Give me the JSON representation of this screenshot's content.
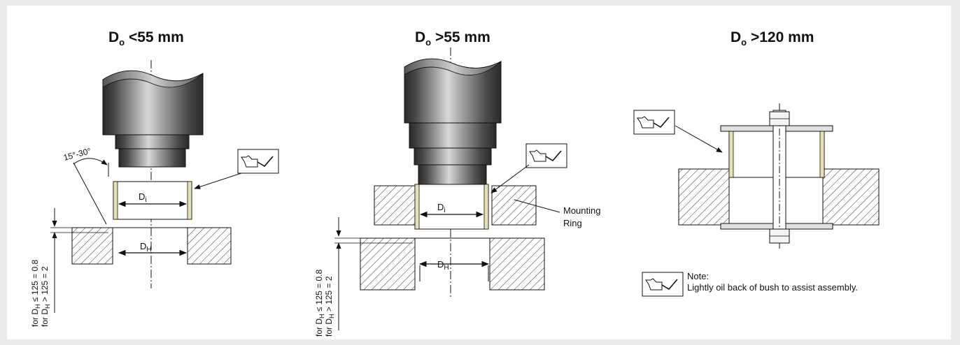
{
  "titles": {
    "left": {
      "main": "D",
      "sub": "o",
      "rest": " <55 mm"
    },
    "middle": {
      "main": "D",
      "sub": "o",
      "rest": " >55 mm"
    },
    "right": {
      "main": "D",
      "sub": "o",
      "rest": " >120 mm"
    }
  },
  "labels": {
    "angle": "15°-30°",
    "di_main": "D",
    "di_sub": "i",
    "dh_main": "D",
    "dh_sub": "H",
    "mounting_ring_line1": "Mounting",
    "mounting_ring_line2": "Ring"
  },
  "clearance": {
    "line1_prefix": "for D",
    "line1_sub": "H",
    "line1_rest": " ≤ 125 = 0.8",
    "line2_prefix": "for D",
    "line2_sub": "H",
    "line2_rest": " > 125 = 2"
  },
  "note": {
    "title": "Note:",
    "text": "Lightly oil back of bush to assist assembly."
  },
  "colors": {
    "background": "#ececec",
    "panel": "#ffffff",
    "line": "#111111",
    "mandrel_dark": "#2e2e2e",
    "mandrel_light": "#dcdcdc",
    "bush_edge": "#b8860b"
  },
  "icons": [
    "oil-can-icon"
  ]
}
